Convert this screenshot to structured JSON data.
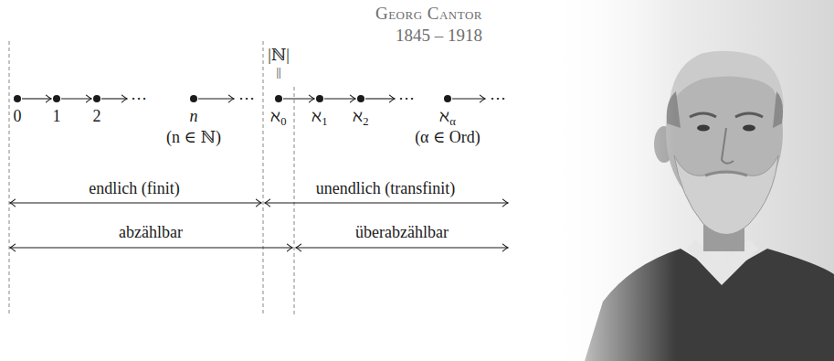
{
  "diagram": {
    "title": "Georg Cantor",
    "nodes": [
      {
        "text": [
          "0"
        ]
      },
      {
        "text": [
          "1"
        ]
      },
      {
        "text": [
          "2"
        ]
      },
      {
        "text": [
          "n",
          "(n ∈ ℕ)"
        ]
      },
      {
        "text": [
          "ℵ0"
        ]
      },
      {
        "text": [
          "ℵ1"
        ]
      },
      {
        "text": [
          "ℵ2"
        ]
      },
      {
        "text": [
          "ℵα",
          "(α ∈ Ord)"
        ]
      }
    ],
    "edges": [
      {
        "from": 0,
        "to": 1,
        "arrow": "to"
      },
      {
        "from": 1,
        "to": 2,
        "arrow": "to"
      },
      {
        "from": 4,
        "to": 5,
        "arrow": "to"
      },
      {
        "from": 5,
        "to": 6,
        "arrow": "to"
      }
    ],
    "labels": [
      "1845 – 1918",
      "|ℕ|",
      "||",
      "⋯",
      "⋯",
      "⋯",
      "⋯",
      "endlich (finit)",
      "unendlich (transfinit)",
      "abzählbar",
      "überabzählbar"
    ]
  }
}
